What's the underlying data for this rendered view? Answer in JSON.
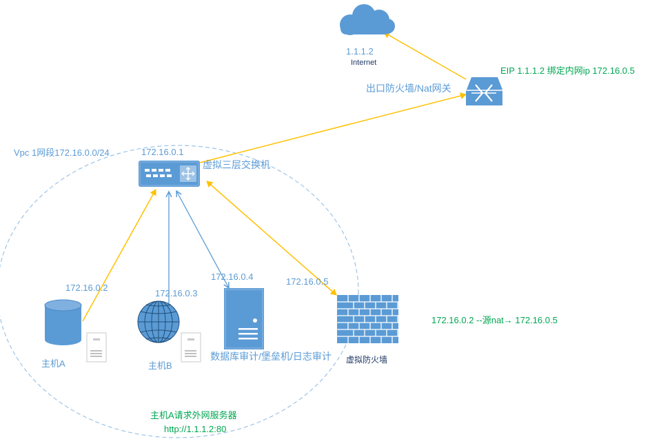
{
  "colors": {
    "node_blue": "#5b9bd5",
    "arrow_orange": "#ffc000",
    "arrow_blue": "#5b9bd5",
    "note_green": "#00a651"
  },
  "internet": {
    "ip": "1.1.1.2",
    "label": "Internet"
  },
  "nat_gateway": {
    "label": "出口防火墙/Nat网关",
    "eip_note": "EIP 1.1.1.2 绑定内网ip 172.16.0.5"
  },
  "vpc": {
    "label": "Vpc 1网段172.16.0.0/24"
  },
  "switch": {
    "ip": "172.16.0.1",
    "label": "虚拟三层交换机"
  },
  "host_a": {
    "ip": "172.16.0.2",
    "label": "主机A"
  },
  "host_b": {
    "ip": "172.16.0.3",
    "label": "主机B"
  },
  "audit": {
    "ip": "172.16.0.4",
    "label": "数据库审计/堡垒机/日志审计"
  },
  "firewall": {
    "ip": "172.16.0.5",
    "label": "虚拟防火墙"
  },
  "snat_note": {
    "text": "172.16.0.2 --源nat→ 172.16.0.5"
  },
  "request_note": {
    "line1": "主机A请求外网服务器",
    "line2": "http://1.1.1.2:80"
  }
}
